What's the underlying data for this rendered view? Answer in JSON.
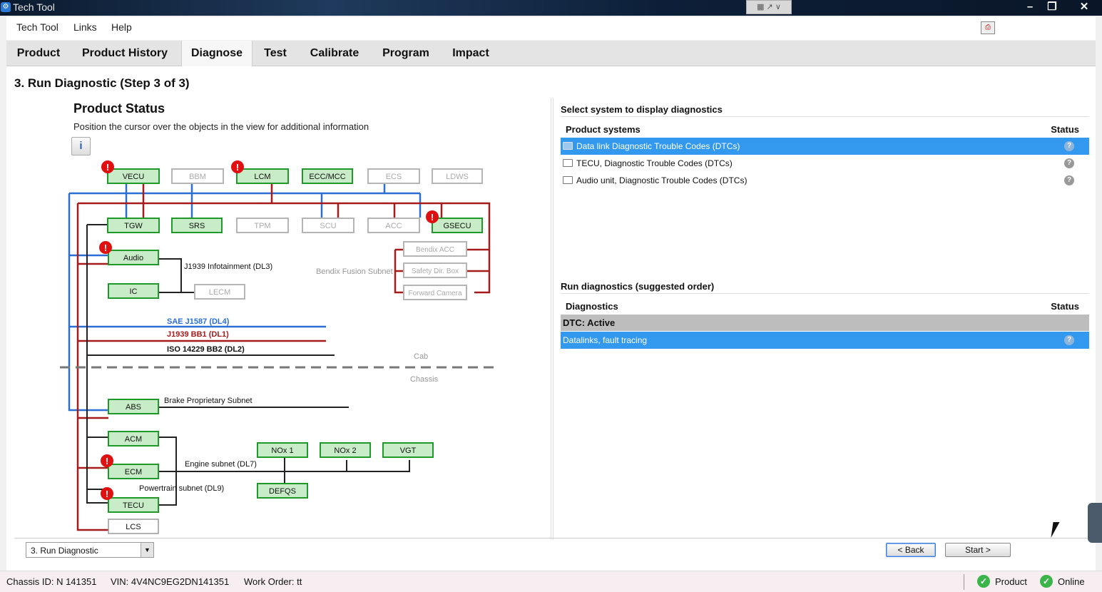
{
  "window": {
    "title": "Tech Tool"
  },
  "menu": {
    "items": [
      "Tech Tool",
      "Links",
      "Help"
    ]
  },
  "tabs": [
    {
      "label": "Product"
    },
    {
      "label": "Product History"
    },
    {
      "label": "Diagnose",
      "active": true
    },
    {
      "label": "Test"
    },
    {
      "label": "Calibrate"
    },
    {
      "label": "Program"
    },
    {
      "label": "Impact"
    }
  ],
  "page": {
    "step_title": "3. Run Diagnostic (Step 3 of 3)",
    "product_status_title": "Product Status",
    "product_status_desc": "Position the cursor over the objects in the view for additional information"
  },
  "diagram": {
    "nodes": {
      "vecu": "VECU",
      "bbm": "BBM",
      "lcm": "LCM",
      "eccmcc": "ECC/MCC",
      "ecs": "ECS",
      "ldws": "LDWS",
      "tgw": "TGW",
      "srs": "SRS",
      "tpm": "TPM",
      "scu": "SCU",
      "acc": "ACC",
      "gsecu": "GSECU",
      "audio": "Audio",
      "ic": "IC",
      "lecm": "LECM",
      "bendix_acc": "Bendix ACC",
      "safety_dir_box": "Safety Dir. Box",
      "forward_camera": "Forward Camera",
      "abs": "ABS",
      "acm": "ACM",
      "ecm": "ECM",
      "tecu": "TECU",
      "lcs": "LCS",
      "nox1": "NOx 1",
      "nox2": "NOx 2",
      "vgt": "VGT",
      "defqs": "DEFQS"
    },
    "labels": {
      "j1939_infotainment": "J1939 Infotainment (DL3)",
      "bendix_fusion_subnet": "Bendix Fusion Subnet",
      "sae_j1587": "SAE J1587 (DL4)",
      "j1939_bb1": "J1939 BB1 (DL1)",
      "iso_14229": "ISO 14229 BB2 (DL2)",
      "cab": "Cab",
      "chassis": "Chassis",
      "brake_subnet": "Brake Proprietary Subnet",
      "engine_subnet": "Engine subnet (DL7)",
      "powertrain_subnet": "Powertrain subnet (DL9)"
    },
    "colors": {
      "active_fill": "#c8ecc8",
      "active_border": "#1f9a2a",
      "inactive_border": "#b5b5b5",
      "bus_blue": "#2b6fd4",
      "bus_red": "#a61b1b",
      "bus_black": "#222222",
      "alert": "#e01010"
    }
  },
  "right": {
    "select_label": "Select system to display diagnostics",
    "systems_header": {
      "col1": "Product systems",
      "col2": "Status"
    },
    "systems": [
      {
        "label": "Data link Diagnostic Trouble Codes (DTCs)",
        "selected": true,
        "status_icon": "question-icon"
      },
      {
        "label": "TECU, Diagnostic Trouble Codes (DTCs)",
        "selected": false,
        "status_icon": "question-icon"
      },
      {
        "label": "Audio unit, Diagnostic Trouble Codes (DTCs)",
        "selected": false,
        "status_icon": "question-icon"
      }
    ],
    "run_label": "Run diagnostics (suggested order)",
    "diag_header": {
      "col1": "Diagnostics",
      "col2": "Status"
    },
    "diag_group": "DTC: Active",
    "diag_rows": [
      {
        "label": "Datalinks, fault tracing",
        "selected": true,
        "status_icon": "question-icon"
      }
    ]
  },
  "bottom": {
    "step_select": "3. Run Diagnostic",
    "back_label": "< Back",
    "start_label": "Start >"
  },
  "status": {
    "chassis": "Chassis ID: N 141351",
    "vin": "VIN: 4V4NC9EG2DN141351",
    "work_order": "Work Order: tt",
    "product": "Product",
    "online": "Online"
  }
}
